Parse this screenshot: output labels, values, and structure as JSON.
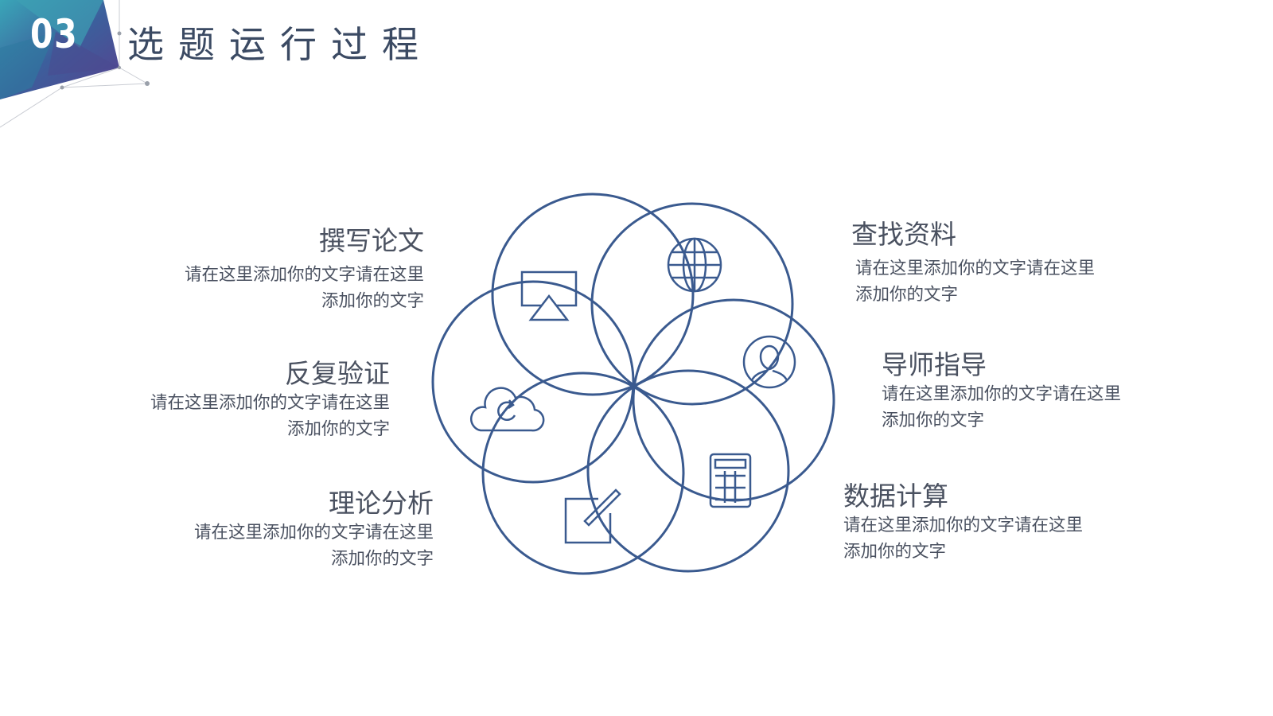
{
  "header": {
    "section_number": "03",
    "title": "选题运行过程"
  },
  "colors": {
    "circle_stroke": "#3a5a8f",
    "icon_stroke": "#3a5a8f",
    "title_text": "#3b4a63",
    "body_text": "#4a5160"
  },
  "steps": [
    {
      "title": "撰写论文",
      "line1": "请在这里添加你的文字请在这里",
      "line2": "添加你的文字",
      "icon": "presentation-screen-icon"
    },
    {
      "title": "查找资料",
      "line1": "请在这里添加你的文字请在这里",
      "line2": "添加你的文字",
      "icon": "globe-icon"
    },
    {
      "title": "导师指导",
      "line1": "请在这里添加你的文字请在这里",
      "line2": "添加你的文字",
      "icon": "user-avatar-icon"
    },
    {
      "title": "数据计算",
      "line1": "请在这里添加你的文字请在这里",
      "line2": "添加你的文字",
      "icon": "calculator-icon"
    },
    {
      "title": "理论分析",
      "line1": "请在这里添加你的文字请在这里",
      "line2": "添加你的文字",
      "icon": "edit-note-icon"
    },
    {
      "title": "反复验证",
      "line1": "请在这里添加你的文字请在这里",
      "line2": "添加你的文字",
      "icon": "cloud-refresh-icon"
    }
  ]
}
